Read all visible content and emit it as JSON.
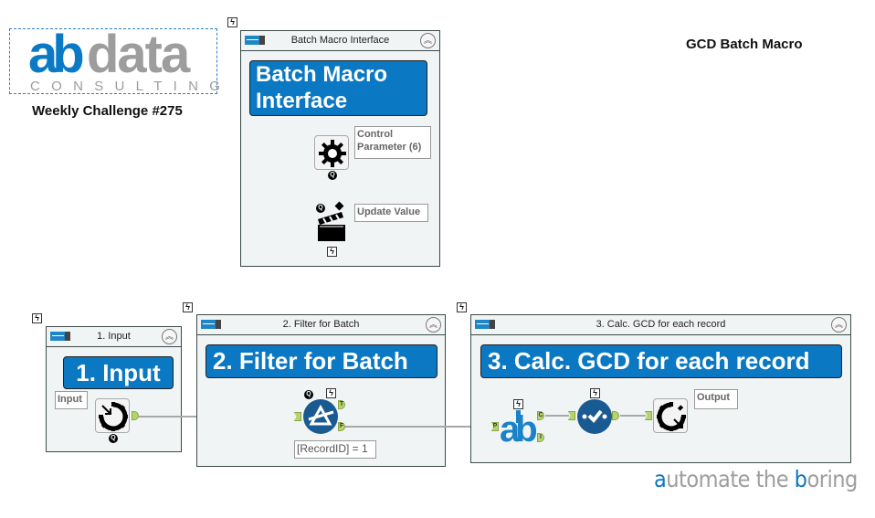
{
  "logo": {
    "ab": "ab",
    "data": "data",
    "consulting": "CONSULTING"
  },
  "challenge_label": "Weekly Challenge #275",
  "macro_title": "GCD Batch Macro",
  "bolt_glyph": "ϟ",
  "q_glyph": "Q",
  "collapse_glyph": "︽",
  "containers": {
    "interface": {
      "header": "Batch Macro Interface",
      "banner": "Batch Macro Interface",
      "control_label": "Control Parameter (6)",
      "action_label": "Update Value"
    },
    "input": {
      "header": "1. Input",
      "banner": "1. Input",
      "tool_label": "Input"
    },
    "filter": {
      "header": "2. Filter for Batch",
      "banner": "2. Filter for Batch",
      "anchor_true": "T",
      "anchor_false": "F",
      "expression": "[RecordID] = 1"
    },
    "calc": {
      "header": "3. Calc. GCD for each record",
      "banner": "3. Calc. GCD for each record",
      "anchor_p": "P",
      "anchor_c": "C",
      "anchor_i": "I",
      "tool_text": "ab",
      "output_label": "Output"
    }
  },
  "tagline": {
    "a": "a",
    "part1": "utomate the ",
    "b": "b",
    "part2": "oring"
  },
  "colors": {
    "accent": "#0a78c2",
    "anchor": "#b5d46b",
    "container_bg": "#f1f4f5"
  }
}
